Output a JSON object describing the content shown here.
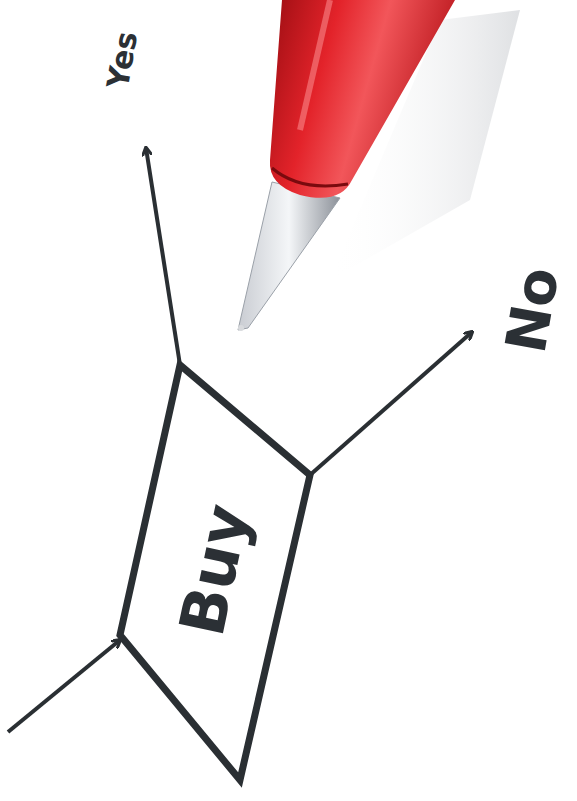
{
  "diagram": {
    "nodes": [
      {
        "text": [
          "Buy"
        ]
      }
    ],
    "labels": [
      "Yes",
      "No"
    ]
  }
}
